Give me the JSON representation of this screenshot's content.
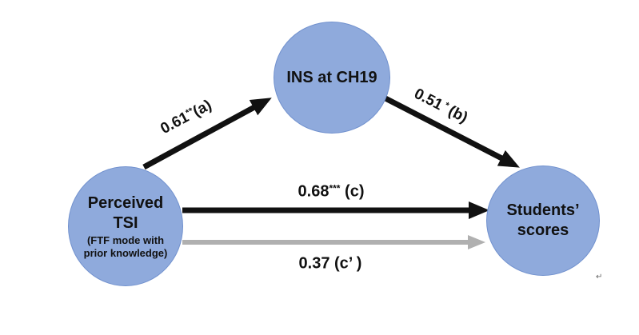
{
  "diagram": {
    "node_style": {
      "fill": "#8FAADC",
      "border": "#7191CE"
    },
    "nodes": {
      "mediator": {
        "label": "INS at CH19"
      },
      "predictor": {
        "label": "Perceived TSI",
        "sublabel": "(FTF mode with prior knowledge)"
      },
      "outcome": {
        "label": "Students’ scores"
      }
    },
    "paths": {
      "a": {
        "color": "#111111",
        "parts": [
          {
            "t": "0.61"
          },
          {
            "t": "**",
            "sup": true
          },
          {
            "t": "(a)"
          }
        ]
      },
      "b": {
        "color": "#111111",
        "parts": [
          {
            "t": "0.51"
          },
          {
            "t": " * ",
            "sup": true
          },
          {
            "t": "(b)"
          }
        ]
      },
      "c": {
        "color": "#111111",
        "parts": [
          {
            "t": "0.68"
          },
          {
            "t": "***",
            "sup": true
          },
          {
            "t": " (c)"
          }
        ]
      },
      "c_prime": {
        "color": "#B0B0B0",
        "parts": [
          {
            "t": "0.37 (c’ )"
          }
        ]
      }
    },
    "return_mark": "↵"
  }
}
